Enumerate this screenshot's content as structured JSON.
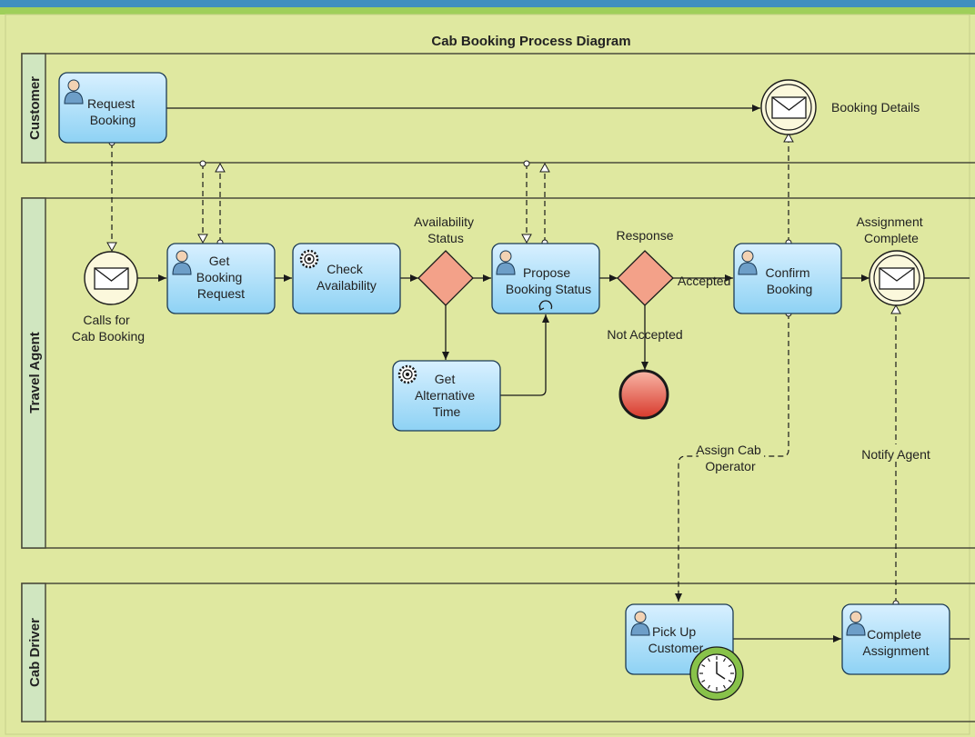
{
  "title": "Cab Booking Process Diagram",
  "colors": {
    "background": "#dfe8a0",
    "lane_header": "#d0e6c0",
    "lane_border": "#4a4a3a",
    "task_fill_top": "#d8f0ff",
    "task_fill_bottom": "#8ed2f4",
    "task_stroke": "#1b3a55",
    "gateway": "#f3a189",
    "end_event": "#e04a3c",
    "timer_ring": "#88c24a",
    "top_bar": "#3f8fbf",
    "top_bar_green": "#9fcf5a"
  },
  "lanes": [
    {
      "id": "customer",
      "label": "Customer"
    },
    {
      "id": "travel_agent",
      "label": "Travel Agent"
    },
    {
      "id": "cab_driver",
      "label": "Cab Driver"
    }
  ],
  "tasks": {
    "request_booking": {
      "lines": [
        "Request",
        "Booking"
      ],
      "icon": "user-icon"
    },
    "get_booking_request": {
      "lines": [
        "Get",
        "Booking",
        "Request"
      ],
      "icon": "user-icon"
    },
    "check_availability": {
      "lines": [
        "Check",
        "Availability"
      ],
      "icon": "gear-icon"
    },
    "propose_booking_status": {
      "lines": [
        "Propose",
        "Booking Status"
      ],
      "icon": "user-icon",
      "marker": "loop-icon"
    },
    "get_alternative_time": {
      "lines": [
        "Get",
        "Alternative",
        "Time"
      ],
      "icon": "gear-icon"
    },
    "confirm_booking": {
      "lines": [
        "Confirm",
        "Booking"
      ],
      "icon": "user-icon"
    },
    "pick_up_customer": {
      "lines": [
        "Pick Up",
        "Customer"
      ],
      "icon": "user-icon",
      "marker": "timer-icon"
    },
    "complete_assignment": {
      "lines": [
        "Complete",
        "Assignment"
      ],
      "icon": "user-icon"
    }
  },
  "events": {
    "calls_for_cab_booking": {
      "lines": [
        "Calls for",
        "Cab Booking"
      ],
      "icon": "envelope-icon"
    },
    "booking_details": {
      "lines": [
        "Booking Details"
      ],
      "icon": "envelope-icon"
    },
    "assignment_complete": {
      "lines": [
        "Assignment",
        "Complete"
      ],
      "icon": "envelope-icon"
    },
    "end": {
      "lines": [],
      "icon": "end-event-icon"
    }
  },
  "gateways": {
    "availability_status": {
      "lines": [
        "Availability",
        "Status"
      ]
    },
    "response": {
      "lines": [
        "Response"
      ]
    }
  },
  "flow_labels": {
    "accepted": "Accepted",
    "not_accepted": "Not Accepted",
    "assign_cab_operator": [
      "Assign Cab",
      "Operator"
    ],
    "notify_agent": "Notify Agent"
  }
}
